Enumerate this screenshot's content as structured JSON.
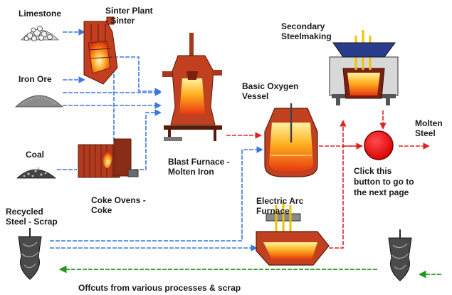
{
  "labels": {
    "limestone": "Limestone",
    "sinter_plant_line1": "Sinter Plant",
    "sinter_plant_line2": "- Sinter",
    "iron_ore": "Iron Ore",
    "coal": "Coal",
    "coke_ovens_line1": "Coke Ovens -",
    "coke_ovens_line2": "Coke",
    "blast_furnace_line1": "Blast Furnace -",
    "blast_furnace_line2": "Molten Iron",
    "bof_line1": "Basic Oxygen",
    "bof_line2": "Vessel",
    "secondary_line1": "Secondary",
    "secondary_line2": "Steelmaking",
    "molten_steel_line1": "Molten",
    "molten_steel_line2": "Steel",
    "next_page_line1": "Click this",
    "next_page_line2": "button to go to",
    "next_page_line3": "the next page",
    "eaf_line1": "Electric Arc",
    "eaf_line2": "Furnace",
    "scrap_line1": "Recycled",
    "scrap_line2": "Steel - Scrap",
    "offcuts": "Offcuts from various processes & scrap"
  },
  "icons": {
    "sinter_plant": "sinter-plant-icon",
    "blast_furnace": "blast-furnace-icon",
    "coke_ovens": "coke-ovens-icon",
    "bof": "basic-oxygen-vessel-icon",
    "secondary": "secondary-steelmaking-ladle-icon",
    "eaf": "electric-arc-furnace-icon",
    "scrap": "scrap-bundle-icon",
    "next_button": "red-circle-button"
  },
  "colors": {
    "raw_material_flow": "#3a78e0",
    "molten_metal_flow": "#e32222",
    "recycle_flow": "#1f9a1f",
    "next_button": "#e00000",
    "steel_structure": "#a33a1e"
  }
}
